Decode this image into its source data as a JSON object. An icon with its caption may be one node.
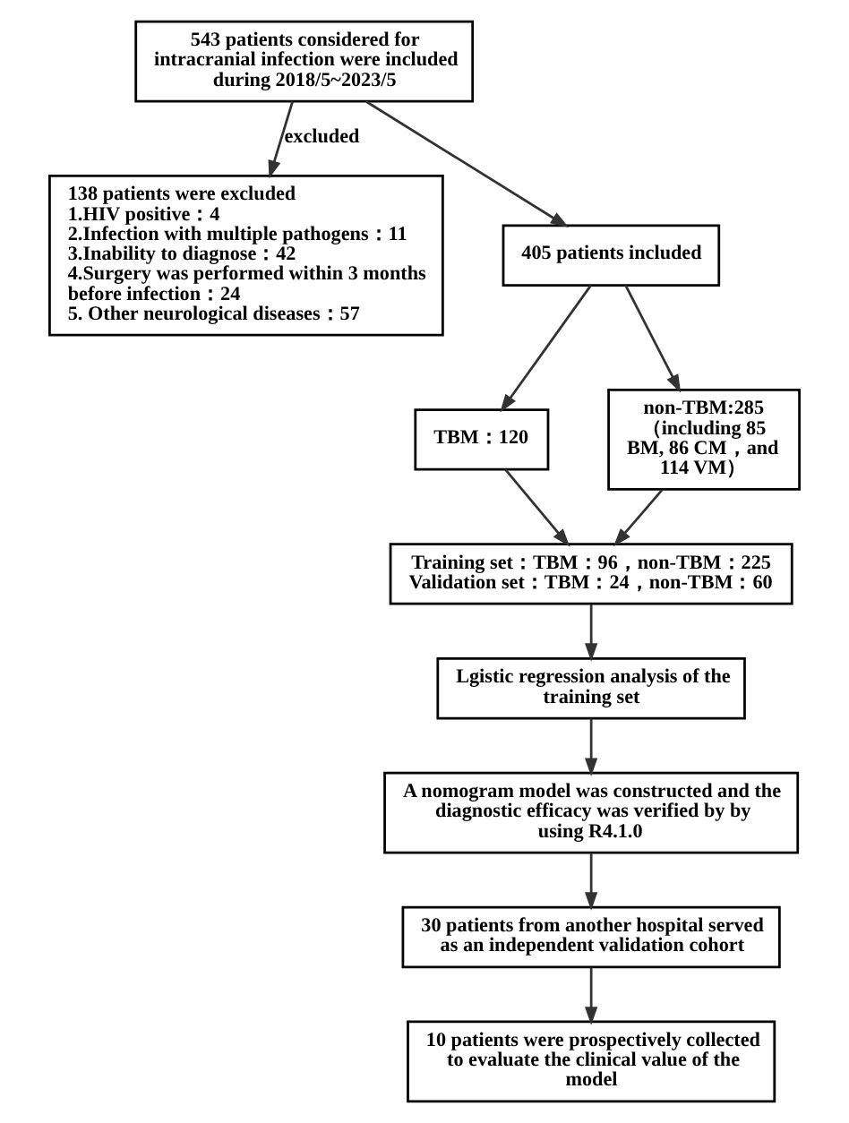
{
  "diagram": {
    "nodes": [
      {
        "text": [
          "543 patients considered for intracranial infection were included during 2018/5~2023/5"
        ]
      },
      {
        "text": [
          "138 patients were excluded",
          "1.HIV positive：4",
          "2.Infection with multiple pathogens：11",
          "3.Inability to diagnose：42",
          "4.Surgery was performed within 3 months before infection：24",
          "5. Other neurological diseases：57"
        ]
      },
      {
        "text": [
          "405 patients included"
        ]
      },
      {
        "text": [
          "TBM：120"
        ]
      },
      {
        "text": [
          "non-TBM:285 （including 85 BM, 86 CM，and 114 VM）"
        ]
      },
      {
        "text": [
          "Training set：TBM：96，non-TBM：225",
          "Validation set：TBM：24，non-TBM：60"
        ]
      },
      {
        "text": [
          "Lgistic regression analysis of the training set"
        ]
      },
      {
        "text": [
          "A nomogram model was constructed and the diagnostic efficacy was verified by by using R4.1.0"
        ]
      },
      {
        "text": [
          "30 patients from another hospital served as an independent validation cohort"
        ]
      },
      {
        "text": [
          "10 patients were prospectively collected to evaluate the clinical value of the model"
        ]
      }
    ],
    "edges": [
      {
        "from": 0,
        "to": 2,
        "arrow": "to"
      },
      {
        "from": 0,
        "to": 1,
        "arrow": "to",
        "label": "excluded"
      },
      {
        "from": 2,
        "to": 3,
        "arrow": "to"
      },
      {
        "from": 2,
        "to": 4,
        "arrow": "to"
      },
      {
        "from": 3,
        "to": 5,
        "arrow": "to"
      },
      {
        "from": 4,
        "to": 5,
        "arrow": "to"
      },
      {
        "from": 5,
        "to": 6,
        "arrow": "to"
      },
      {
        "from": 6,
        "to": 7,
        "arrow": "to"
      },
      {
        "from": 7,
        "to": 8,
        "arrow": "to"
      },
      {
        "from": 8,
        "to": 9,
        "arrow": "to"
      }
    ]
  }
}
